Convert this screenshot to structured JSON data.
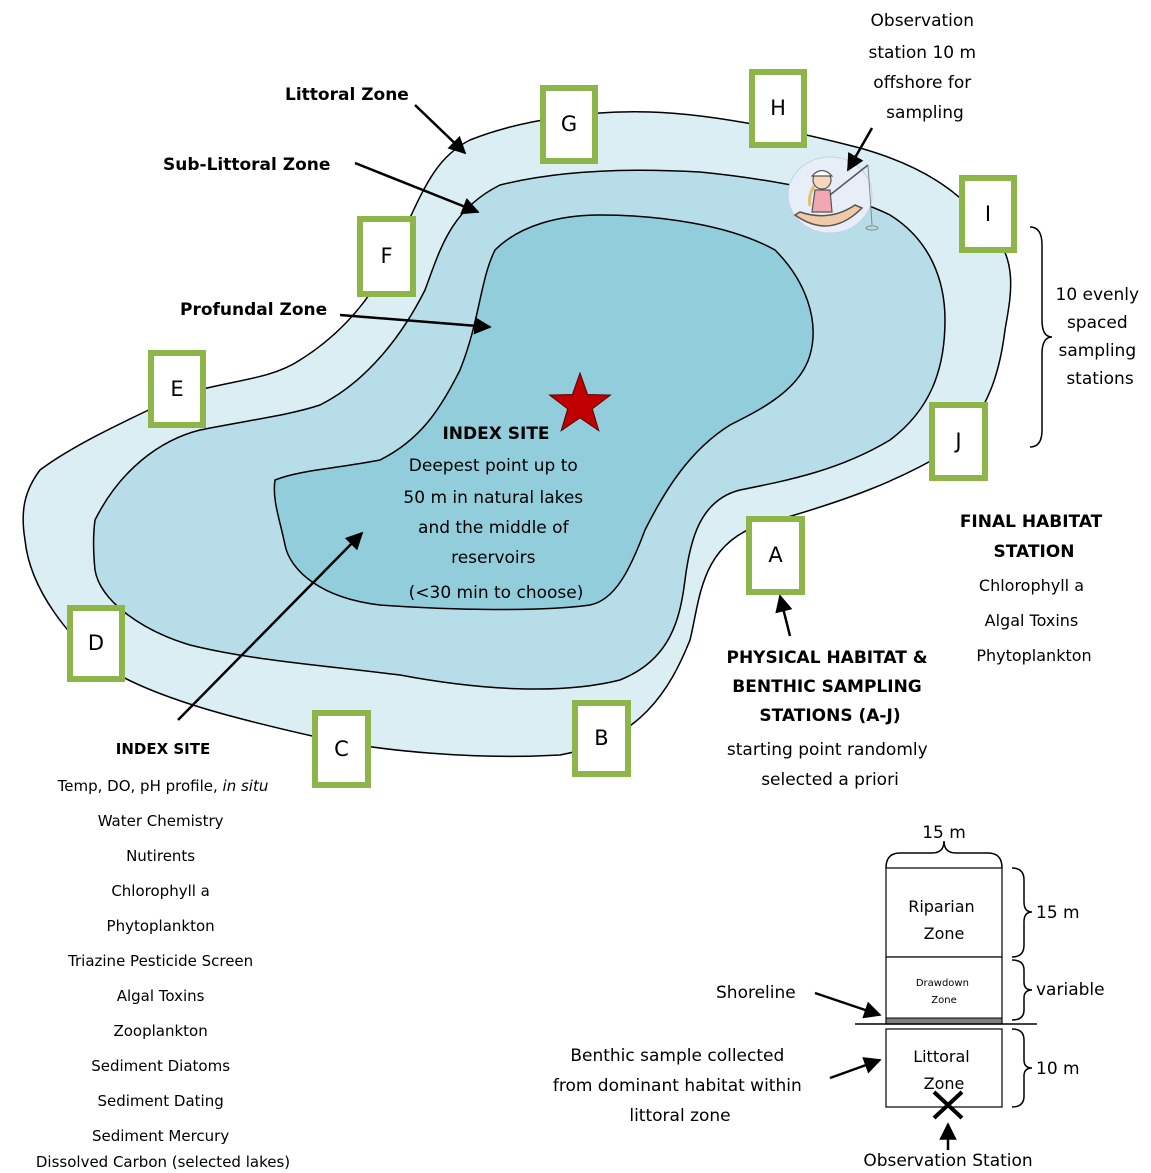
{
  "zones": {
    "littoral": "Littoral Zone",
    "sub_littoral": "Sub-Littoral Zone",
    "profundal": "Profundal Zone"
  },
  "stations": [
    {
      "label": "A"
    },
    {
      "label": "B"
    },
    {
      "label": "C"
    },
    {
      "label": "D"
    },
    {
      "label": "E"
    },
    {
      "label": "F"
    },
    {
      "label": "G"
    },
    {
      "label": "H"
    },
    {
      "label": "I"
    },
    {
      "label": "J"
    }
  ],
  "observation_note": [
    "Observation",
    "station 10 m",
    "offshore for",
    "sampling"
  ],
  "spacing_note": [
    "10 evenly",
    "spaced",
    "sampling",
    "stations"
  ],
  "index_site_center": {
    "title": "INDEX SITE",
    "lines": [
      "Deepest point up to",
      "50 m in natural lakes",
      "and the middle of",
      "reservoirs"
    ],
    "time": "(<30 min to choose)"
  },
  "final_habitat": {
    "title_lines": [
      "FINAL HABITAT",
      "STATION"
    ],
    "items": [
      "Chlorophyll a",
      "Algal Toxins",
      "Phytoplankton"
    ]
  },
  "physical_habitat": {
    "title_lines": [
      "PHYSICAL HABITAT &",
      "BENTHIC SAMPLING",
      "STATIONS (A-J)"
    ],
    "desc_lines": [
      "starting point randomly",
      "selected a priori"
    ]
  },
  "index_site_list": {
    "title": "INDEX SITE",
    "first_line": {
      "text": "Temp, DO, pH profile, ",
      "italic": "in situ"
    },
    "items": [
      "Water Chemistry",
      "Nutirents",
      "Chlorophyll a",
      "Phytoplankton",
      "Triazine Pesticide Screen",
      "Algal Toxins",
      "Zooplankton",
      "Sediment Diatoms",
      "Sediment Dating",
      "Sediment Mercury",
      "Dissolved Carbon (selected lakes)"
    ]
  },
  "plot": {
    "width": "15 m",
    "riparian": [
      "Riparian",
      "Zone"
    ],
    "riparian_depth": "15 m",
    "drawdown": [
      "Drawdown",
      "Zone"
    ],
    "drawdown_depth": "variable",
    "littoral": [
      "Littoral",
      "Zone"
    ],
    "littoral_depth": "10 m",
    "shoreline": "Shoreline",
    "benthic_note": [
      "Benthic sample collected",
      "from dominant habitat within",
      "littoral zone"
    ],
    "observation": "Observation Station"
  },
  "colors": {
    "littoral_fill": "#dbeef3",
    "sub_littoral_fill": "#b7dde8",
    "profundal_fill": "#92cddc",
    "station_border": "#8db54a",
    "star": "#c00000"
  }
}
